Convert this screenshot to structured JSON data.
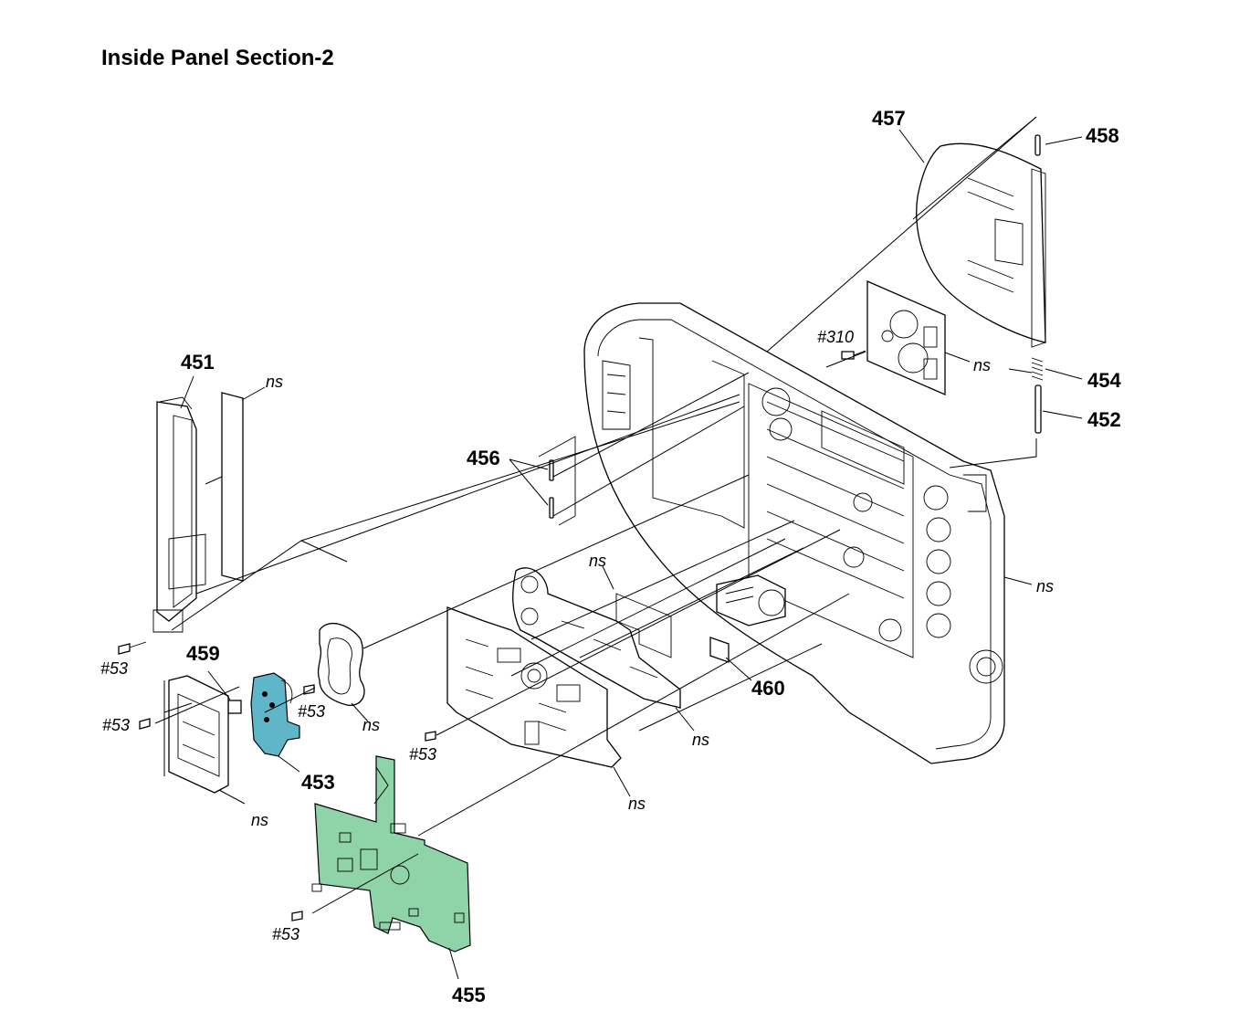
{
  "title": "Inside Panel Section-2",
  "callouts": {
    "p451": "451",
    "p452": "452",
    "p453": "453",
    "p454": "454",
    "p455": "455",
    "p456": "456",
    "p457": "457",
    "p458": "458",
    "p459": "459",
    "p460": "460"
  },
  "screws": {
    "s310": "#310",
    "s53a": "#53",
    "s53b": "#53",
    "s53c": "#53",
    "s53d": "#53",
    "s53e": "#53"
  },
  "not_supplied": {
    "ns1": "ns",
    "ns2": "ns",
    "ns3": "ns",
    "ns4": "ns",
    "ns5": "ns",
    "ns6": "ns",
    "ns7": "ns",
    "ns8": "ns"
  },
  "colors": {
    "board_green": "#8fd3a8",
    "flex_blue": "#5fb6c9"
  }
}
